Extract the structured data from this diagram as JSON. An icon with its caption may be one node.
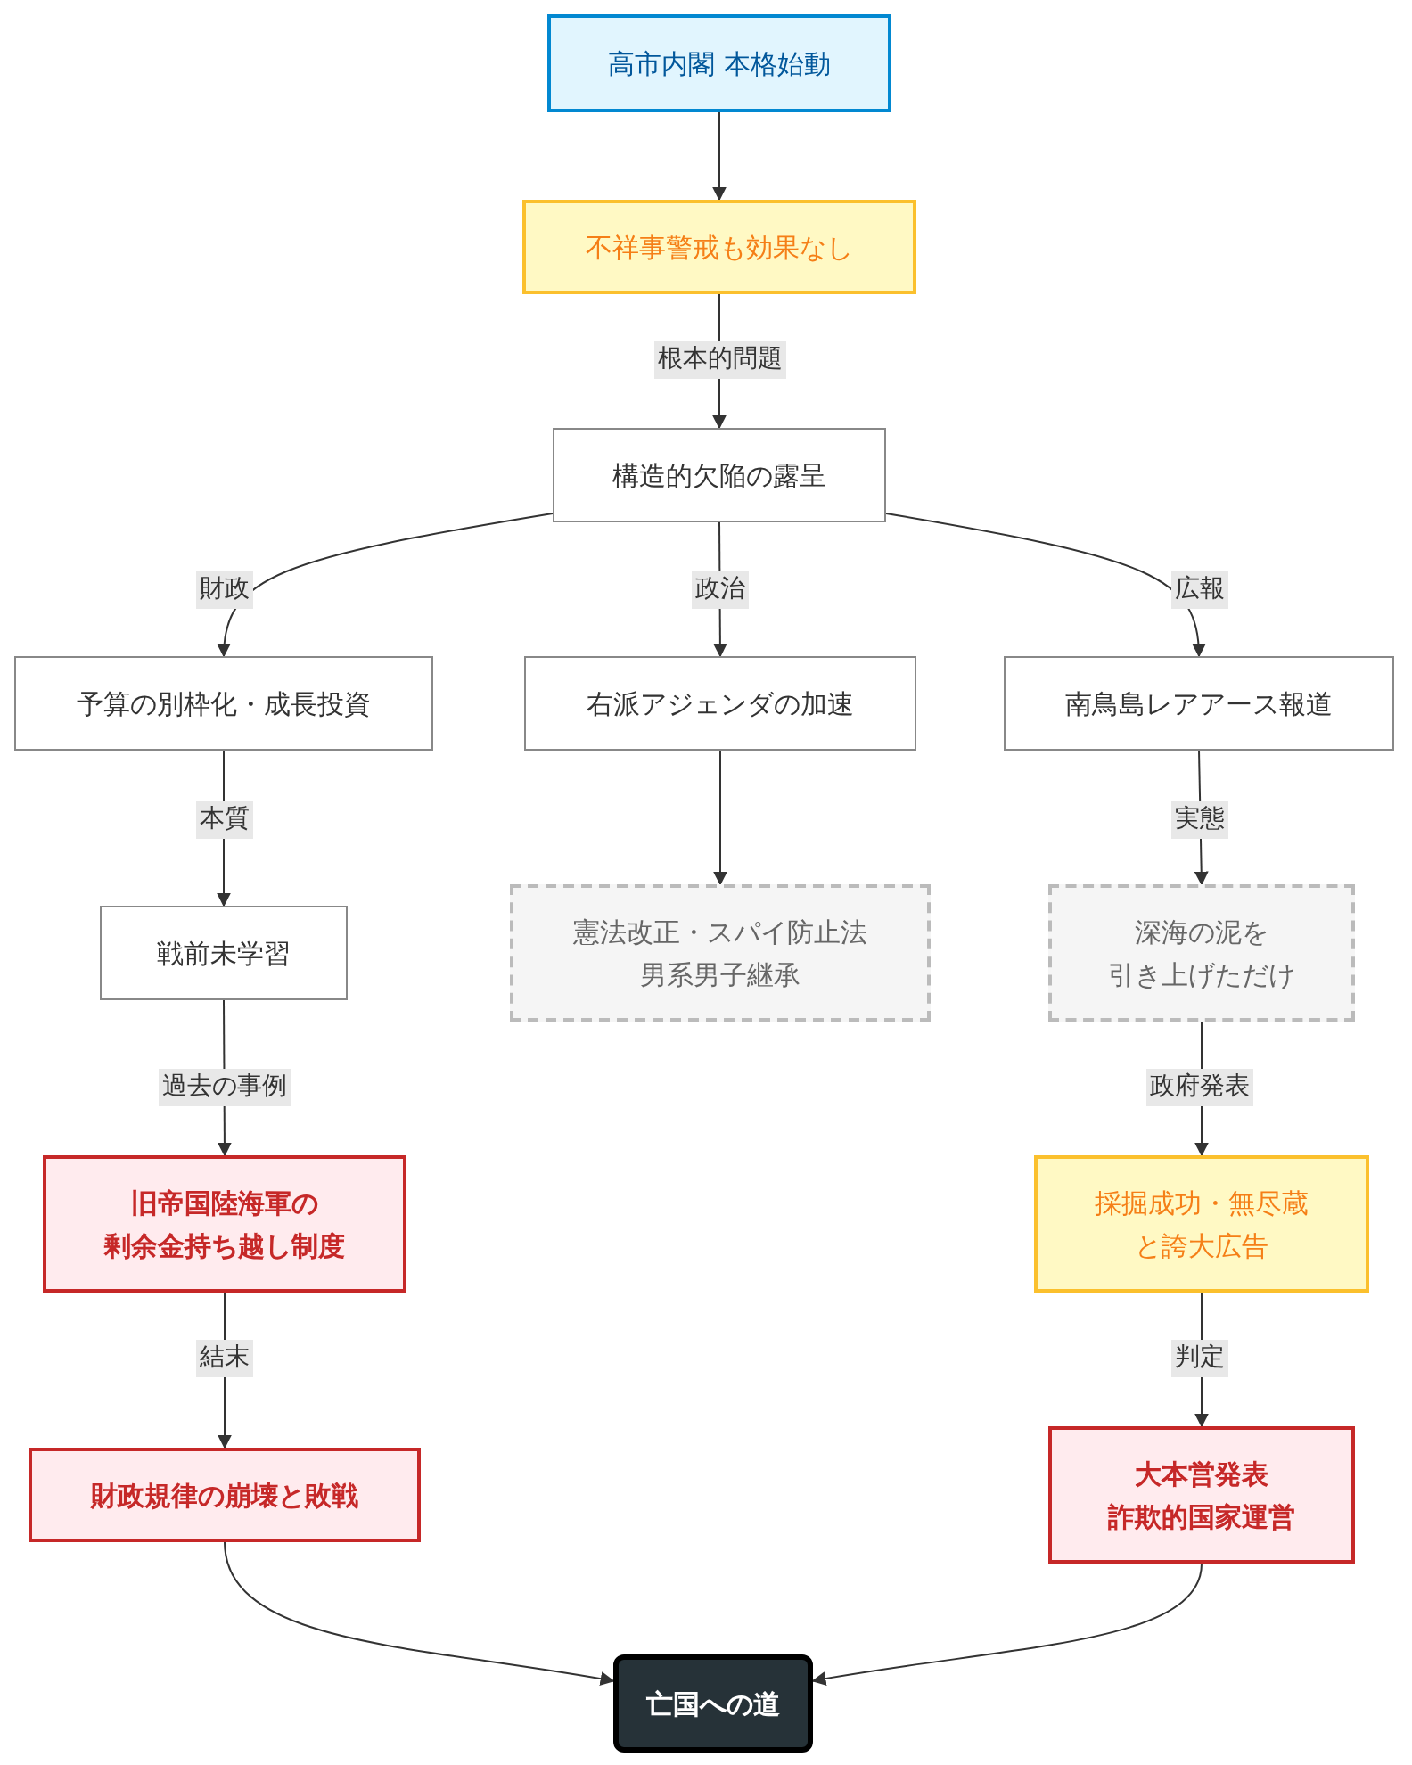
{
  "diagram": {
    "nodes": [
      {
        "text": [
          "高市内閣 本格始動"
        ]
      },
      {
        "text": [
          "不祥事警戒も効果なし"
        ]
      },
      {
        "text": [
          "構造的欠陥の露呈"
        ]
      },
      {
        "text": [
          "予算の別枠化・成長投資"
        ]
      },
      {
        "text": [
          "右派アジェンダの加速"
        ]
      },
      {
        "text": [
          "南鳥島レアアース報道"
        ]
      },
      {
        "text": [
          "戦前未学習"
        ]
      },
      {
        "text": [
          "憲法改正・スパイ防止法男系男子継承"
        ]
      },
      {
        "text": [
          "深海の泥を引き上げただけ"
        ]
      },
      {
        "text": [
          "旧帝国陸海軍の剰余金持ち越し制度"
        ]
      },
      {
        "text": [
          "採掘成功・無尽蔵と誇大広告"
        ]
      },
      {
        "text": [
          "財政規律の崩壊と敗戦"
        ]
      },
      {
        "text": [
          "大本営発表詐欺的国家運営"
        ]
      },
      {
        "text": [
          "亡国への道"
        ]
      }
    ],
    "edges": [
      {
        "from": 0,
        "to": 1,
        "arrow": "to"
      },
      {
        "from": 1,
        "to": 2,
        "arrow": "to",
        "label": "根本的問題"
      },
      {
        "from": 2,
        "to": 3,
        "arrow": "to",
        "label": "財政"
      },
      {
        "from": 2,
        "to": 4,
        "arrow": "to",
        "label": "政治"
      },
      {
        "from": 2,
        "to": 5,
        "arrow": "to",
        "label": "広報"
      },
      {
        "from": 3,
        "to": 6,
        "arrow": "to",
        "label": "本質"
      },
      {
        "from": 4,
        "to": 7,
        "arrow": "to"
      },
      {
        "from": 5,
        "to": 8,
        "arrow": "to",
        "label": "実態"
      },
      {
        "from": 6,
        "to": 9,
        "arrow": "to",
        "label": "過去の事例"
      },
      {
        "from": 8,
        "to": 10,
        "arrow": "to",
        "label": "政府発表"
      },
      {
        "from": 9,
        "to": 11,
        "arrow": "to",
        "label": "結末"
      },
      {
        "from": 10,
        "to": 12,
        "arrow": "to",
        "label": "判定"
      },
      {
        "from": 11,
        "to": 13,
        "arrow": "to"
      },
      {
        "from": 12,
        "to": 13,
        "arrow": "to"
      }
    ]
  }
}
